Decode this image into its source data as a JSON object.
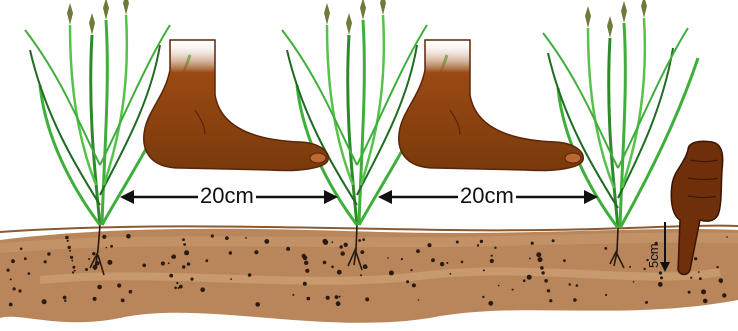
{
  "title_fragment_left": "",
  "title_fragment_right": "",
  "labels": {
    "spacing_1": "20cm",
    "spacing_2": "20cm",
    "depth": "5cm"
  },
  "colors": {
    "soil": "#b8865a",
    "soil_dark": "#8a5a33",
    "soil_dots": "#2a1a10",
    "leaf": "#3fae3a",
    "leaf_dark": "#1f6b22",
    "skin": "#9a4a12",
    "skin_dark": "#5a2508",
    "arrow": "#111111",
    "accent_orange": "#ff6a00"
  }
}
